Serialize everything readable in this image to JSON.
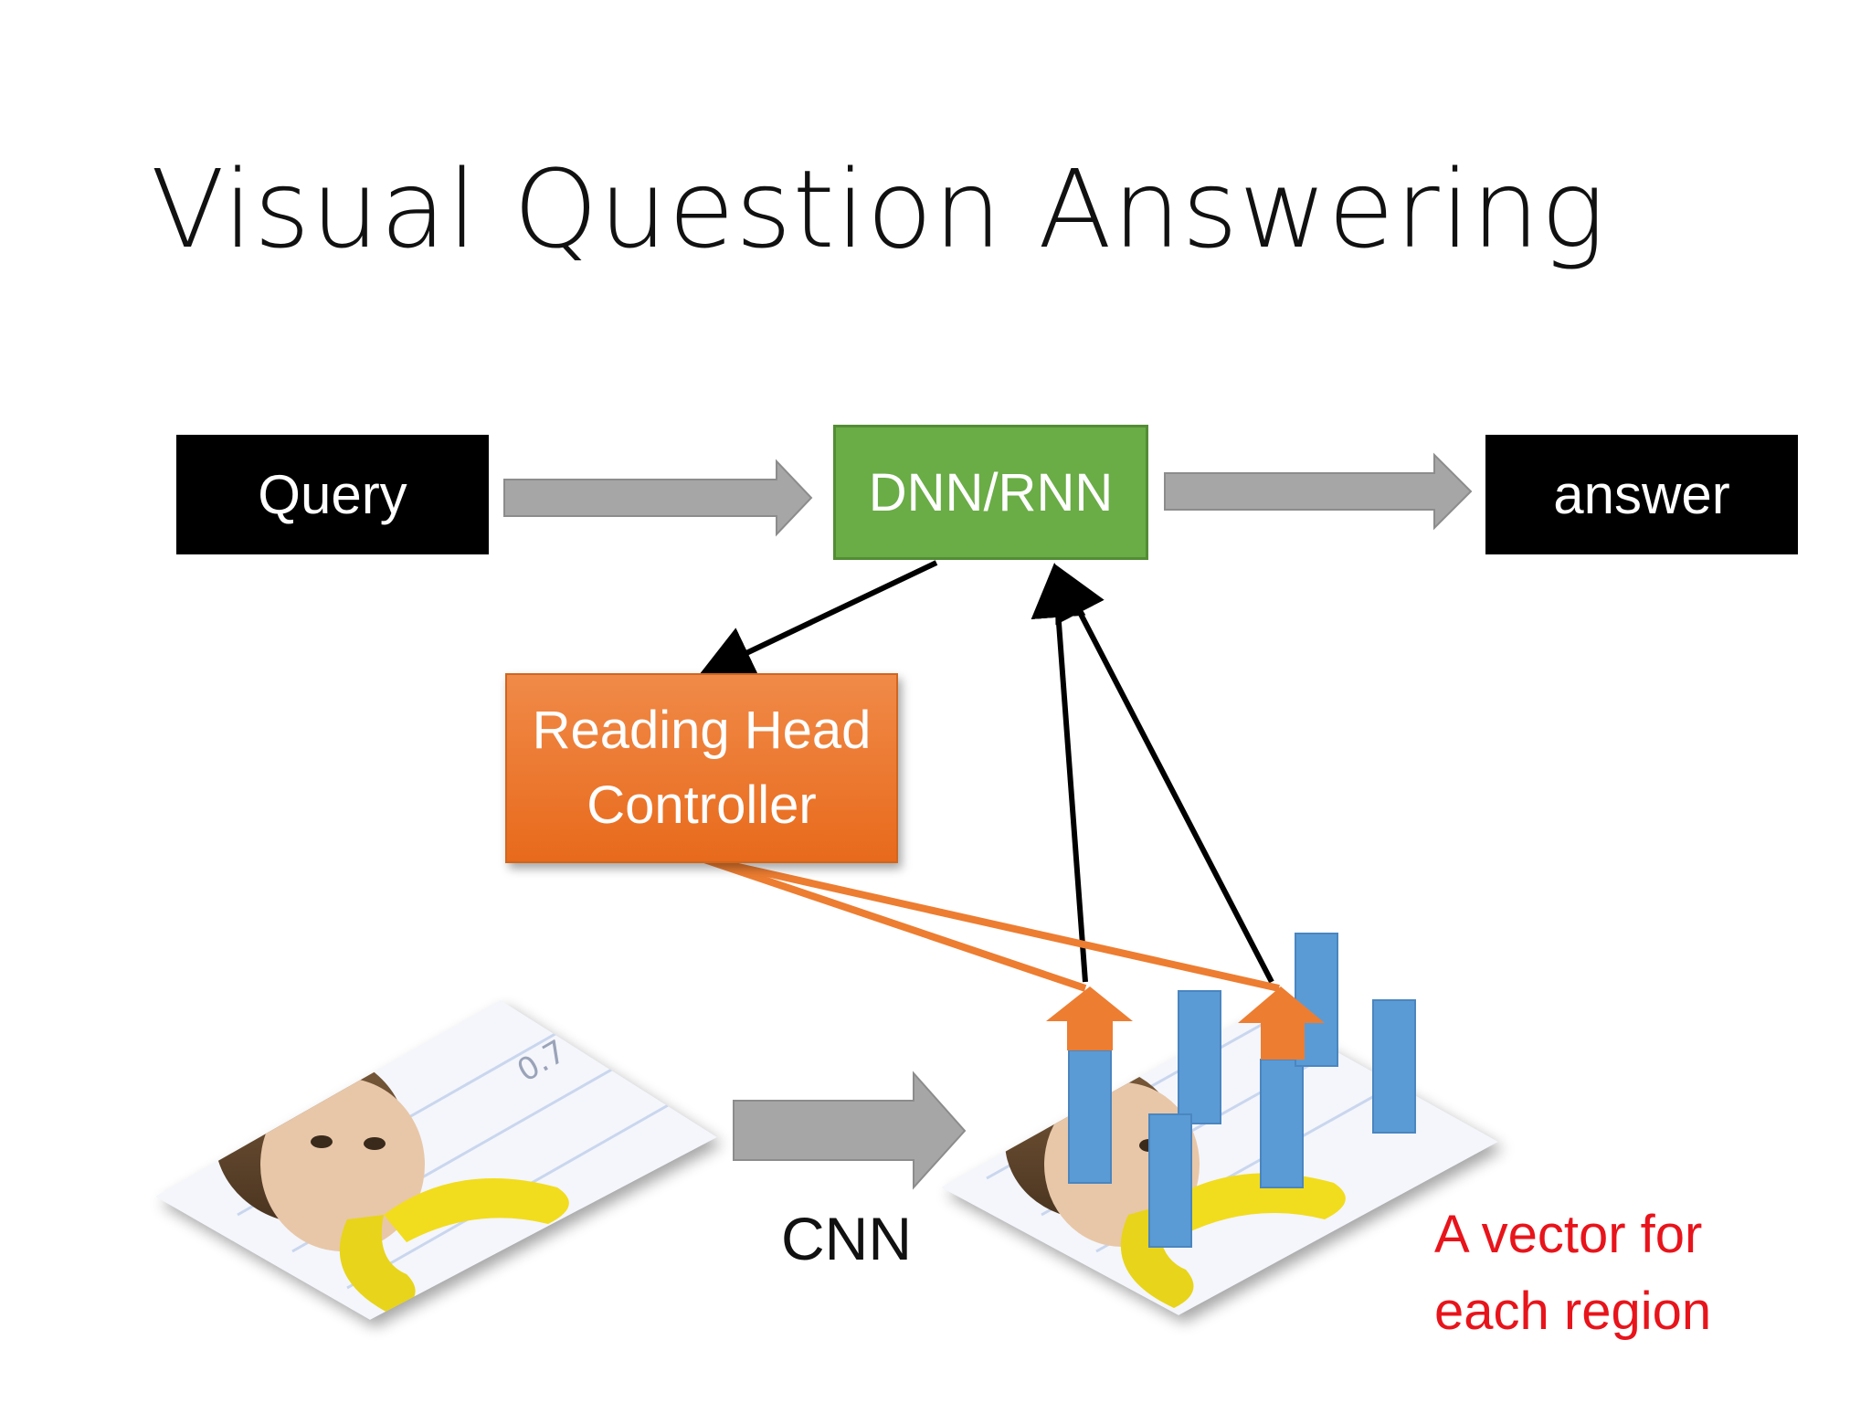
{
  "title": "Visual Question Answering",
  "nodes": {
    "query": "Query",
    "dnn": "DNN/RNN",
    "answer": "answer",
    "reader_line1": "Reading Head",
    "reader_line2": "Controller"
  },
  "labels": {
    "cnn": "CNN",
    "vector_line1": "A vector for",
    "vector_line2": "each region"
  },
  "colors": {
    "dnn_box": "#6aac46",
    "reader_box": "#ef7b2e",
    "vector_bars": "#5b9bd5",
    "arrow_gray": "#a6a6a6",
    "annotation_red": "#e8141b"
  }
}
